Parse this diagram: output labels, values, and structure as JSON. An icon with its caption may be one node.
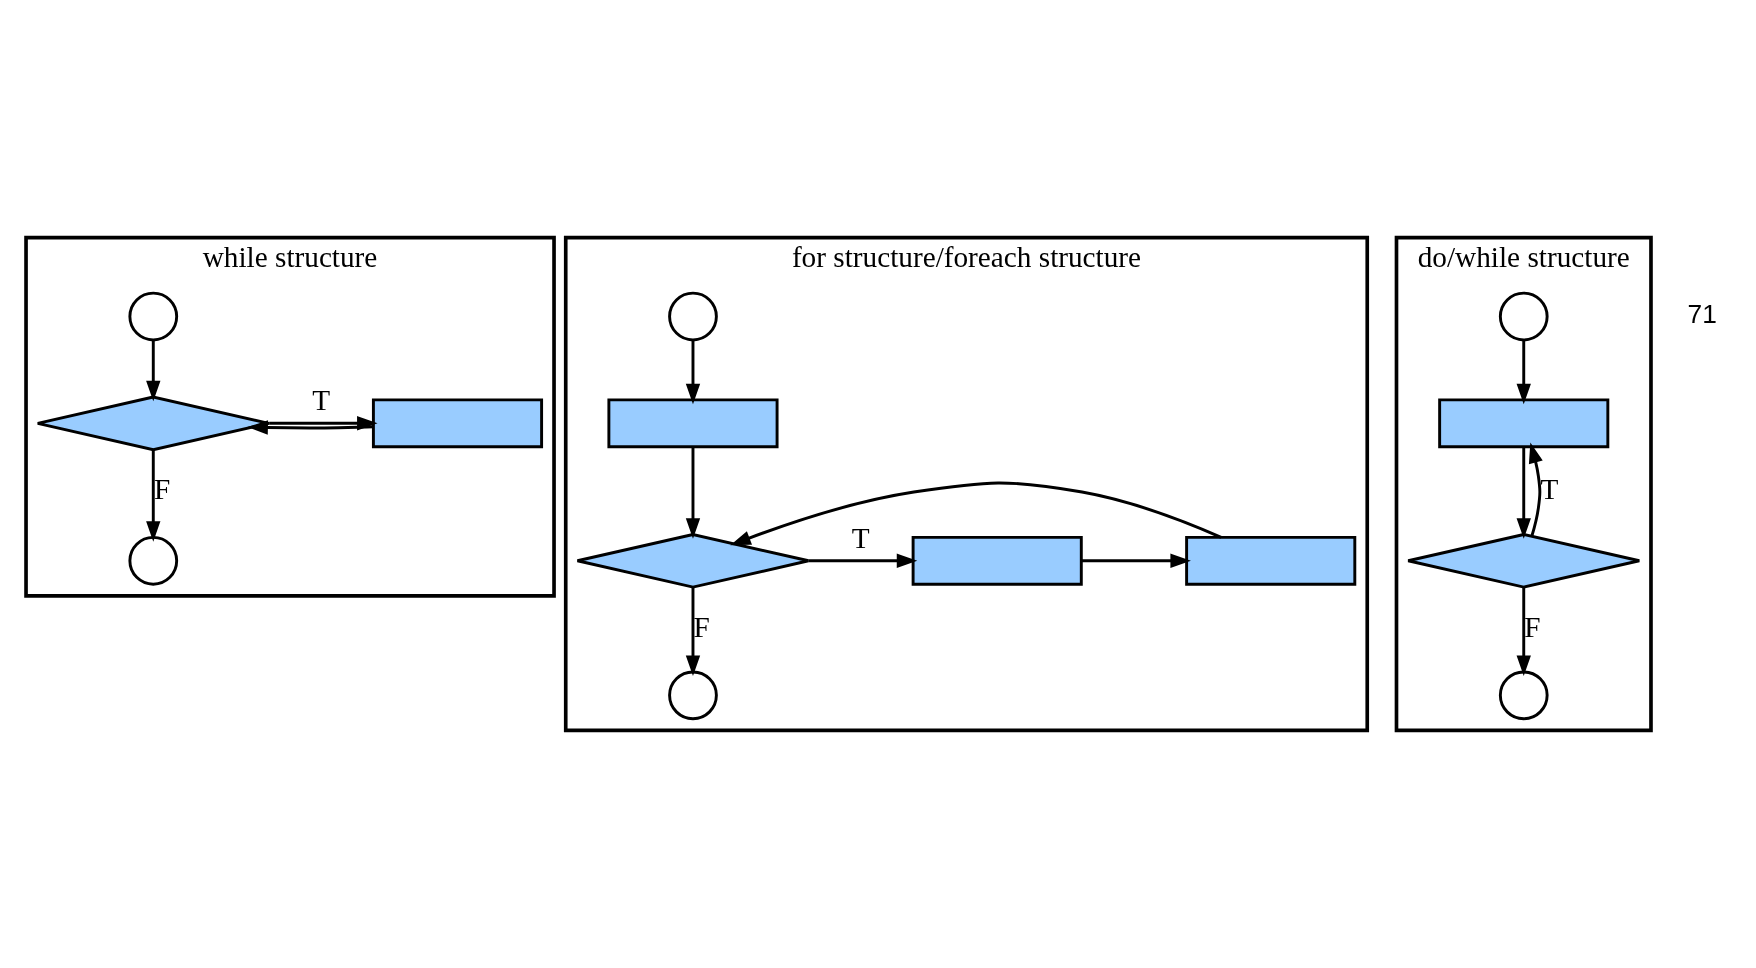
{
  "diagram": {
    "nodes": [
      {
        "text": [
          "while structure"
        ]
      },
      {
        "text": [],
        "shape": "circle",
        "in": 0
      },
      {
        "text": [],
        "shape": "diamond",
        "in": 0
      },
      {
        "text": [],
        "shape": "box",
        "in": 0
      },
      {
        "text": [],
        "shape": "circle",
        "in": 0
      },
      {
        "text": [
          "for structure/foreach structure"
        ]
      },
      {
        "text": [],
        "shape": "circle",
        "in": 5
      },
      {
        "text": [],
        "shape": "box",
        "in": 5
      },
      {
        "text": [],
        "shape": "diamond",
        "in": 5
      },
      {
        "text": [],
        "shape": "box",
        "in": 5
      },
      {
        "text": [],
        "shape": "box",
        "in": 5
      },
      {
        "text": [],
        "shape": "circle",
        "in": 5
      },
      {
        "text": [
          "do/while structure"
        ]
      },
      {
        "text": [],
        "shape": "circle",
        "in": 12
      },
      {
        "text": [],
        "shape": "box",
        "in": 12
      },
      {
        "text": [],
        "shape": "diamond",
        "in": 12
      },
      {
        "text": [],
        "shape": "circle",
        "in": 12
      }
    ],
    "edges": [
      {
        "from": 1,
        "to": 2,
        "arrow": "to"
      },
      {
        "from": 2,
        "to": 3,
        "arrow": "to",
        "label": "T"
      },
      {
        "from": 3,
        "to": 2,
        "arrow": "to"
      },
      {
        "from": 2,
        "to": 4,
        "arrow": "to",
        "label": "F"
      },
      {
        "from": 6,
        "to": 7,
        "arrow": "to"
      },
      {
        "from": 7,
        "to": 8,
        "arrow": "to"
      },
      {
        "from": 8,
        "to": 9,
        "arrow": "to",
        "label": "T"
      },
      {
        "from": 9,
        "to": 10,
        "arrow": "to"
      },
      {
        "from": 10,
        "to": 8,
        "arrow": "to"
      },
      {
        "from": 8,
        "to": 11,
        "arrow": "to",
        "label": "F"
      },
      {
        "from": 13,
        "to": 14,
        "arrow": "to"
      },
      {
        "from": 14,
        "to": 15,
        "arrow": "to"
      },
      {
        "from": 15,
        "to": 14,
        "arrow": "to",
        "label": "T"
      },
      {
        "from": 15,
        "to": 16,
        "arrow": "to",
        "label": "F"
      }
    ],
    "labels": [
      "71"
    ]
  }
}
